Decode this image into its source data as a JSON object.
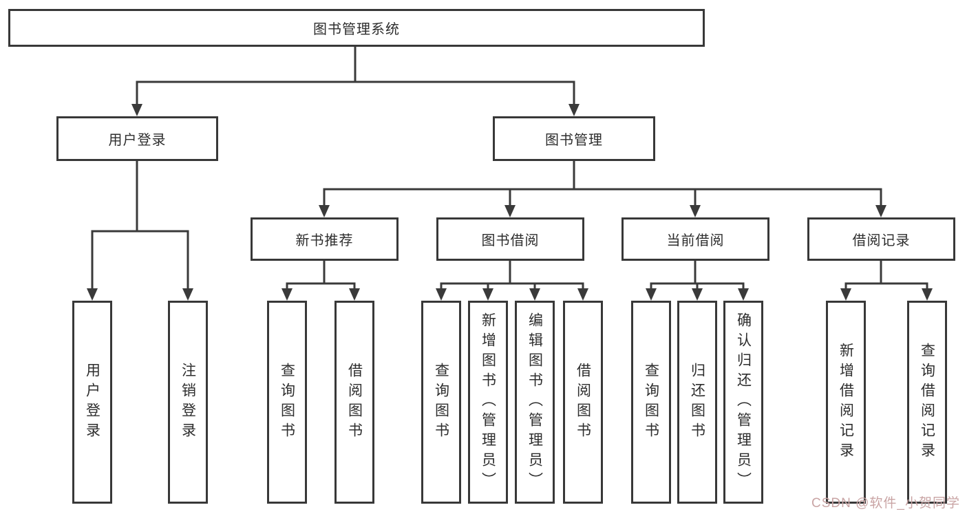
{
  "diagram": {
    "root": {
      "label": "图书管理系统"
    },
    "level2": [
      {
        "label": "用户登录"
      },
      {
        "label": "图书管理"
      }
    ],
    "level3": [
      {
        "label": "新书推荐",
        "parent": "图书管理"
      },
      {
        "label": "图书借阅",
        "parent": "图书管理"
      },
      {
        "label": "当前借阅",
        "parent": "图书管理"
      },
      {
        "label": "借阅记录",
        "parent": "图书管理"
      }
    ],
    "leaves": [
      {
        "label": "用户登录",
        "parent": "用户登录"
      },
      {
        "label": "注销登录",
        "parent": "用户登录"
      },
      {
        "label": "查询图书",
        "parent": "新书推荐"
      },
      {
        "label": "借阅图书",
        "parent": "新书推荐"
      },
      {
        "label": "查询图书",
        "parent": "图书借阅"
      },
      {
        "label": "新增图书（管理员）",
        "parent": "图书借阅"
      },
      {
        "label": "编辑图书（管理员）",
        "parent": "图书借阅"
      },
      {
        "label": "借阅图书",
        "parent": "图书借阅"
      },
      {
        "label": "查询图书",
        "parent": "当前借阅"
      },
      {
        "label": "归还图书",
        "parent": "当前借阅"
      },
      {
        "label": "确认归还（管理员）",
        "parent": "当前借阅"
      },
      {
        "label": "新增借阅记录",
        "parent": "借阅记录"
      },
      {
        "label": "查询借阅记录",
        "parent": "借阅记录"
      }
    ],
    "colors": {
      "line": "#3a3a3a",
      "box_border": "#383838",
      "box_fill": "#ffffff",
      "text": "#2d2d2d",
      "watermark": "#c9a4a4"
    },
    "watermark": {
      "text": "CSDN @软件_小贺同学"
    }
  }
}
